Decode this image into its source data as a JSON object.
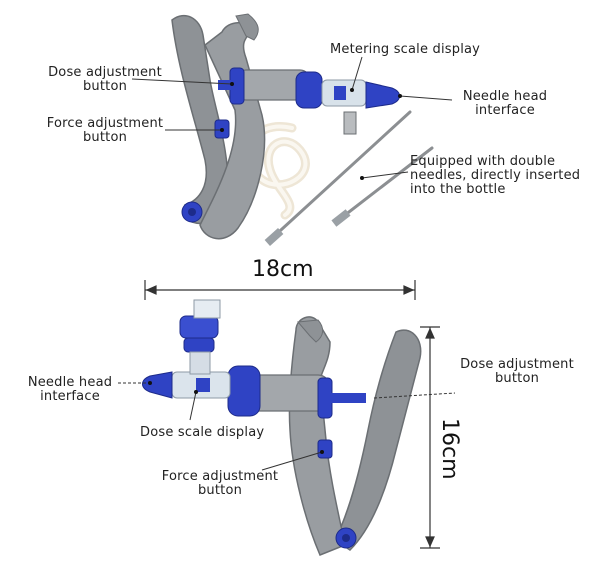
{
  "top": {
    "dose_adjustment_button": [
      "Dose adjustment",
      "button"
    ],
    "force_adjustment_button": [
      "Force adjustment",
      "button"
    ],
    "metering_scale_display": "Metering scale display",
    "needle_head_interface": [
      "Needle head",
      "interface"
    ],
    "double_needles": [
      "Equipped with double",
      "needles, directly inserted",
      "into the bottle"
    ]
  },
  "bottom": {
    "width_dimension": "18cm",
    "height_dimension": "16cm",
    "needle_head_interface": [
      "Needle head",
      "interface"
    ],
    "dose_adjustment_button": [
      "Dose adjustment",
      "button"
    ],
    "dose_scale_display": "Dose scale display",
    "force_adjustment_button": [
      "Force adjustment",
      "button"
    ]
  },
  "colors": {
    "body_gray": "#8e9296",
    "accent_blue": "#2f43c4",
    "tube": "#f1ece0"
  }
}
